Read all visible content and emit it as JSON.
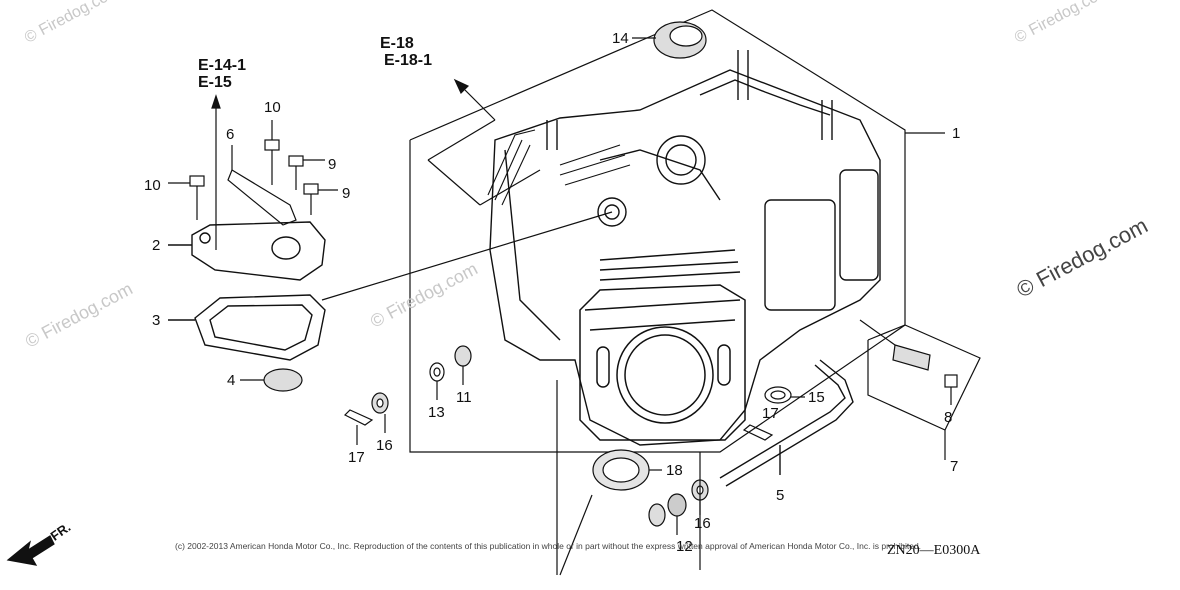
{
  "diagram": {
    "references": [
      {
        "lines": [
          "E-14-1",
          "E-15"
        ]
      },
      {
        "lines": [
          "E-18",
          "E-18-1"
        ]
      }
    ],
    "part_labels": [
      "1",
      "2",
      "3",
      "4",
      "5",
      "6",
      "7",
      "8",
      "9",
      "9",
      "10",
      "10",
      "11",
      "12",
      "13",
      "14",
      "15",
      "16",
      "16",
      "17",
      "17",
      "18"
    ],
    "copyright": "(c) 2002-2013 American Honda Motor Co., Inc. Reproduction of the contents of this publication in whole or in part without the express written approval of American Honda Motor Co., Inc. is prohibited.",
    "diagram_code": "ZN20—E0300A",
    "front_marker": "FR.",
    "watermark": "© Firedog.com"
  }
}
